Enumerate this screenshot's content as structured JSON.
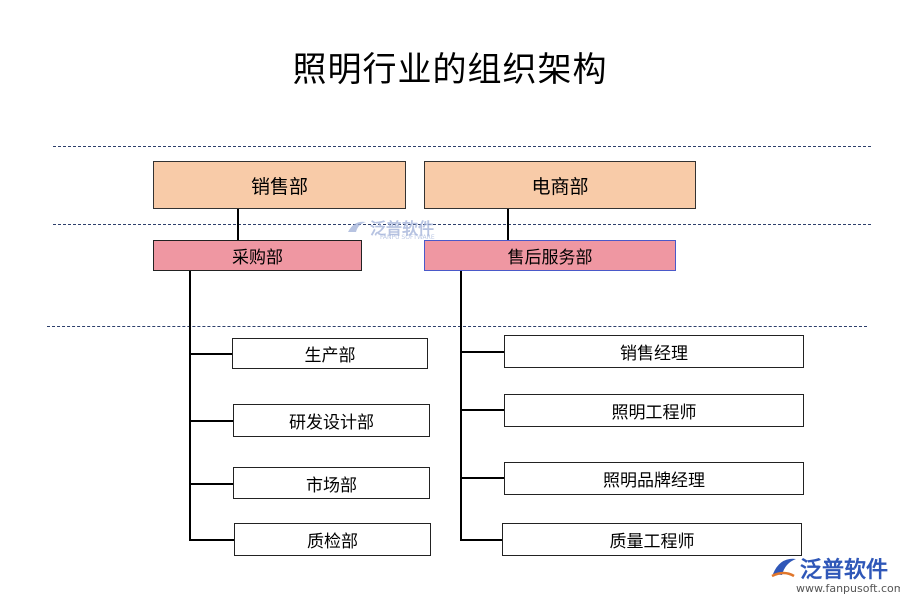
{
  "title": "照明行业的组织架构",
  "top": {
    "left": "销售部",
    "right": "电商部"
  },
  "mid": {
    "left": "采购部",
    "right": "售后服务部"
  },
  "left_children": [
    "生产部",
    "研发设计部",
    "市场部",
    "质检部"
  ],
  "right_children": [
    "销售经理",
    "照明工程师",
    "照明品牌经理",
    "质量工程师"
  ],
  "watermark": {
    "text": "泛普软件",
    "sub": "FANPU SOFTWARE"
  },
  "logo": {
    "text": "泛普软件",
    "url": "www.fanpusoft.com"
  },
  "colors": {
    "top_box": "#f8cba8",
    "mid_box": "#ef97a2",
    "logo": "#2f57b8",
    "dash": "#2d3f6b"
  }
}
